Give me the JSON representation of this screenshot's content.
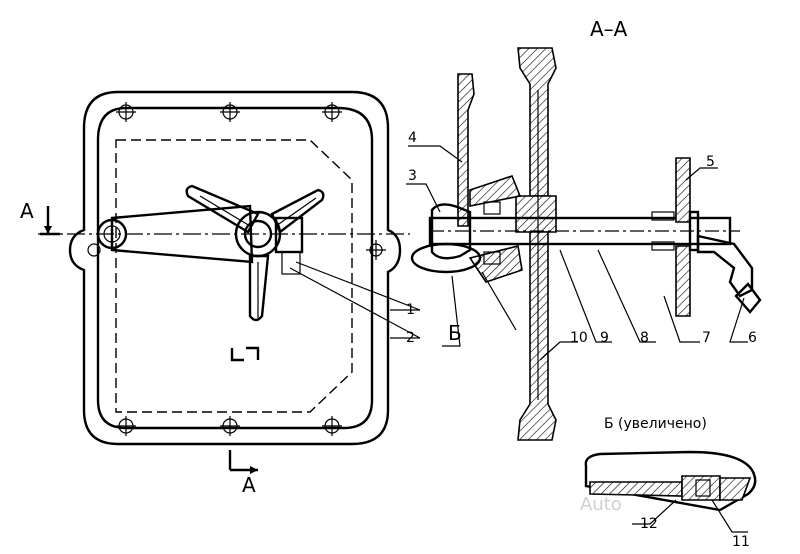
{
  "section_title": "А–А",
  "section_mark_left": "А",
  "section_mark_bottom": "А",
  "detail_mark": "Б",
  "detail_title": "Б (увеличено)",
  "callouts": [
    "1",
    "2",
    "3",
    "4",
    "5",
    "6",
    "7",
    "8",
    "9",
    "10",
    "11",
    "12"
  ],
  "watermark": "Auto"
}
